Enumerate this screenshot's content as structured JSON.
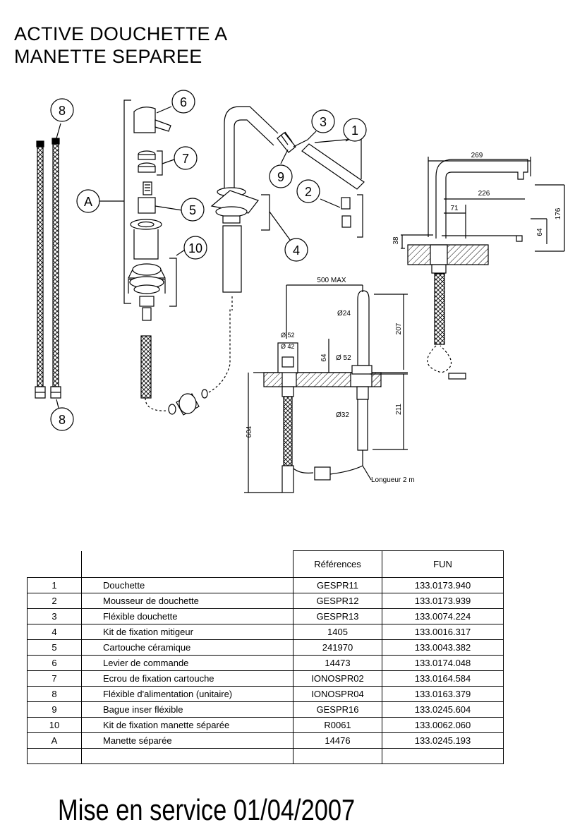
{
  "title": {
    "line1": "ACTIVE  DOUCHETTE A",
    "line2": "MANETTE SEPAREE"
  },
  "callouts": {
    "c1": "1",
    "c2": "2",
    "c3": "3",
    "c4": "4",
    "c5": "5",
    "c6": "6",
    "c7": "7",
    "c8_top": "8",
    "c8_bottom": "8",
    "c9": "9",
    "c10": "10",
    "cA": "A"
  },
  "dimensions": {
    "d269": "269",
    "d226": "226",
    "d71": "71",
    "d176": "176",
    "d38": "38",
    "d64_side": "64",
    "d500": "500 MAX",
    "d24": "Ø24",
    "d207": "207",
    "d52a": "Ø 52",
    "d42": "Ø 42",
    "d64_front": "64",
    "d52b": "Ø 52",
    "d32": "Ø32",
    "d211": "211",
    "d604": "604",
    "length": "Longueur 2 m"
  },
  "table": {
    "headers": {
      "references": "Références",
      "fun": "FUN"
    },
    "rows": [
      {
        "no": "1",
        "designation": "Douchette",
        "reference": "GESPR11",
        "fun": "133.0173.940"
      },
      {
        "no": "2",
        "designation": "Mousseur de douchette",
        "reference": "GESPR12",
        "fun": "133.0173.939"
      },
      {
        "no": "3",
        "designation": "Fléxible douchette",
        "reference": "GESPR13",
        "fun": "133.0074.224"
      },
      {
        "no": "4",
        "designation": "Kit de fixation mitigeur",
        "reference": "1405",
        "fun": "133.0016.317"
      },
      {
        "no": "5",
        "designation": "Cartouche céramique",
        "reference": "241970",
        "fun": "133.0043.382"
      },
      {
        "no": "6",
        "designation": "Levier de commande",
        "reference": "14473",
        "fun": "133.0174.048"
      },
      {
        "no": "7",
        "designation": "Ecrou de fixation cartouche",
        "reference": "IONOSPR02",
        "fun": "133.0164.584"
      },
      {
        "no": "8",
        "designation": "Fléxible d'alimentation (unitaire)",
        "reference": "IONOSPR04",
        "fun": "133.0163.379"
      },
      {
        "no": "9",
        "designation": "Bague inser fléxible",
        "reference": "GESPR16",
        "fun": "133.0245.604"
      },
      {
        "no": "10",
        "designation": "Kit de fixation manette séparée",
        "reference": "R0061",
        "fun": "133.0062.060"
      },
      {
        "no": "A",
        "designation": "Manette séparée",
        "reference": "14476",
        "fun": "133.0245.193"
      },
      {
        "no": "",
        "designation": "",
        "reference": "",
        "fun": ""
      }
    ]
  },
  "footer": {
    "text": "Mise en service 01/04/2007"
  }
}
